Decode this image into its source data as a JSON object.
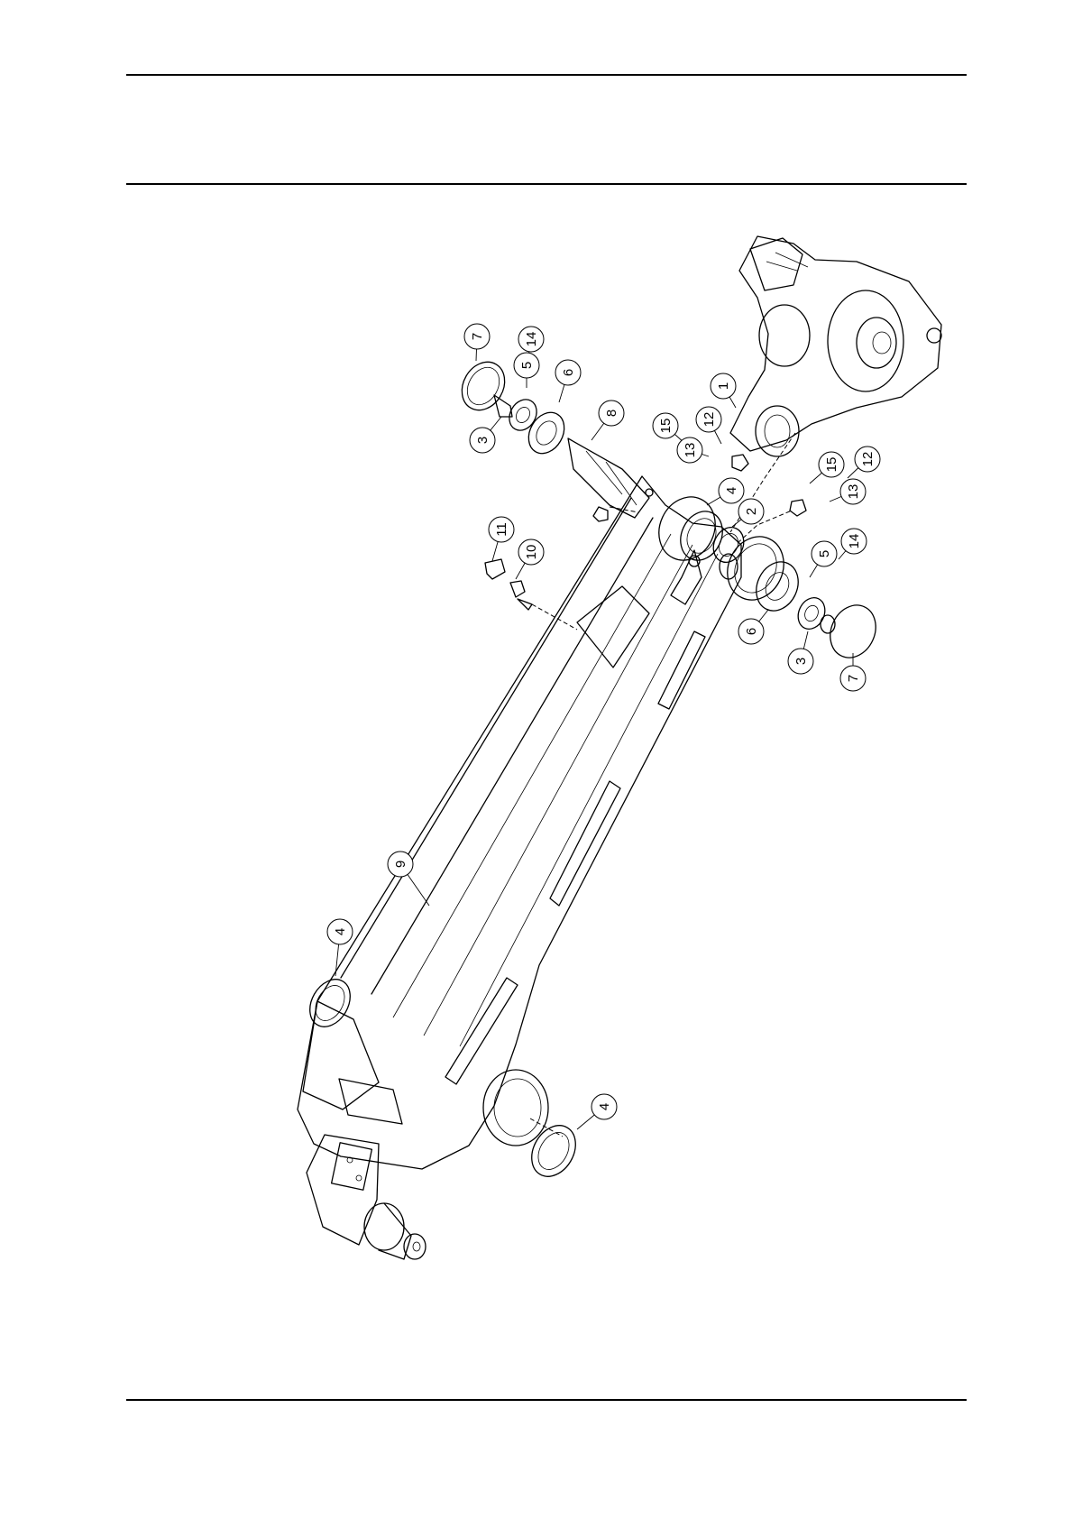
{
  "colors": {
    "line": "#000000",
    "background": "#ffffff"
  },
  "callouts": [
    {
      "id": "c7a",
      "label": "7"
    },
    {
      "id": "c14a",
      "label": "14"
    },
    {
      "id": "c5a",
      "label": "5"
    },
    {
      "id": "c6a",
      "label": "6"
    },
    {
      "id": "c3a",
      "label": "3"
    },
    {
      "id": "c8",
      "label": "8"
    },
    {
      "id": "c1",
      "label": "1"
    },
    {
      "id": "c15a",
      "label": "15"
    },
    {
      "id": "c12a",
      "label": "12"
    },
    {
      "id": "c13a",
      "label": "13"
    },
    {
      "id": "c4a",
      "label": "4"
    },
    {
      "id": "c2",
      "label": "2"
    },
    {
      "id": "c15b",
      "label": "15"
    },
    {
      "id": "c12b",
      "label": "12"
    },
    {
      "id": "c13b",
      "label": "13"
    },
    {
      "id": "c11",
      "label": "11"
    },
    {
      "id": "c10",
      "label": "10"
    },
    {
      "id": "c5b",
      "label": "5"
    },
    {
      "id": "c14b",
      "label": "14"
    },
    {
      "id": "c6b",
      "label": "6"
    },
    {
      "id": "c3b",
      "label": "3"
    },
    {
      "id": "c7b",
      "label": "7"
    },
    {
      "id": "c9",
      "label": "9"
    },
    {
      "id": "c4b",
      "label": "4"
    },
    {
      "id": "c4c",
      "label": "4"
    }
  ]
}
